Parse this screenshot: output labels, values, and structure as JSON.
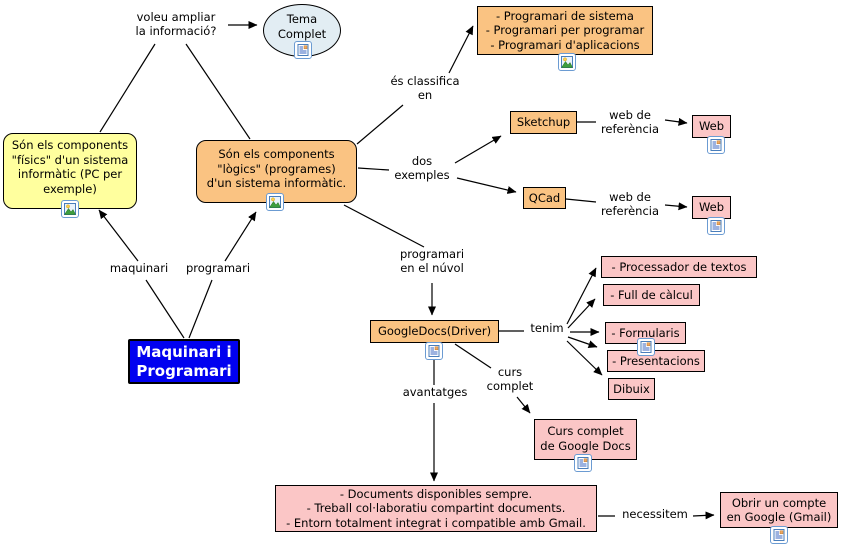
{
  "map": {
    "title": "Maquinari i Programari",
    "root": {
      "label": "Maquinari i\nProgramari"
    },
    "nodes": {
      "fisics": {
        "label": "Són els components\n\"físics\" d'un sistema\ninformàtic (PC per\nexemple)",
        "icon": "image-resource"
      },
      "logics": {
        "label": "Són els components\n\"lògics\" (programes)\nd'un sistema informàtic.",
        "icon": "image-resource"
      },
      "tema_complet": {
        "label": "Tema\nComplet",
        "icon": "document-resource"
      },
      "tipus_programari": {
        "label": "- Programari de sistema\n- Programari per programar\n- Programari d'aplicacions",
        "icon": "image-resource"
      },
      "sketchup": {
        "label": "Sketchup"
      },
      "qcad": {
        "label": "QCad"
      },
      "web_sketchup": {
        "label": "Web",
        "icon": "document-resource"
      },
      "web_qcad": {
        "label": "Web",
        "icon": "document-resource"
      },
      "googledocs": {
        "label": "GoogleDocs(Driver)",
        "icon": "document-resource"
      },
      "processador": {
        "label": "- Processador de textos"
      },
      "full_calcul": {
        "label": "- Full de càlcul"
      },
      "formularis": {
        "label": "- Formularis",
        "icon": "document-resource"
      },
      "presentacions": {
        "label": "- Presentacions"
      },
      "dibuix": {
        "label": "Dibuix"
      },
      "curs_google_docs": {
        "label": "Curs complet\nde Google Docs",
        "icon": "document-resource"
      },
      "avantatges_llista": {
        "label": "- Documents disponibles sempre.\n- Treball col·laboratiu compartint documents.\n- Entorn totalment integrat i compatible amb Gmail."
      },
      "obrir_compte": {
        "label": "Obrir un compte\nen Google (Gmail)",
        "icon": "document-resource"
      }
    },
    "link_labels": {
      "voleu": "voleu ampliar\nla informació?",
      "classifica": "és classifica\nen",
      "dos_exemples": "dos\nexemples",
      "web_ref_sketchup": "web de\nreferència",
      "web_ref_qcad": "web de\nreferència",
      "maquinari": "maquinari",
      "programari": "programari",
      "nuvol": "programari\nen el núvol",
      "tenim": "tenim",
      "avantatges": "avantatges",
      "curs_complet": "curs\ncomplet",
      "necessitem": "necessitem"
    },
    "colors": {
      "root_bg": "#0101f0",
      "root_text": "#ffffff",
      "concept_yellow": "#ffff9e",
      "concept_orange": "#fac382",
      "concept_pink": "#fbc6c6",
      "ellipse_bg": "#e2edf3",
      "line": "#000000",
      "icon_border": "#6b9bd2"
    },
    "icons": {
      "image-resource": "picture-icon",
      "document-resource": "document-icon"
    }
  }
}
